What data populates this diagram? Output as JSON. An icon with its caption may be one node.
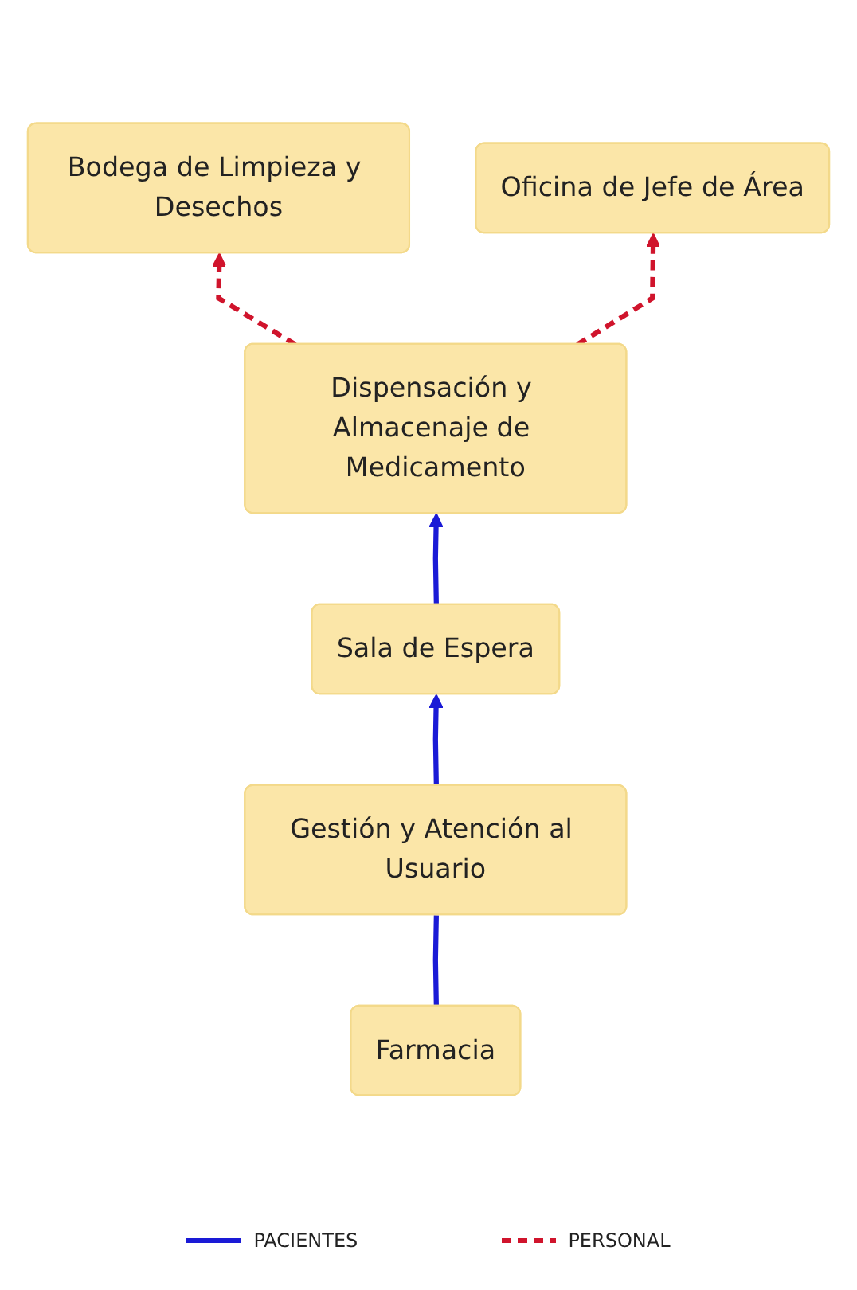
{
  "diagram": {
    "nodes": [
      {
        "text": [
          "Bodega de Limpieza y Desechos"
        ]
      },
      {
        "text": [
          "Oficina de Jefe de Área"
        ]
      },
      {
        "text": [
          "Dispensación y Almacenaje de Medicamento"
        ]
      },
      {
        "text": [
          "Sala de Espera"
        ]
      },
      {
        "text": [
          "Gestión y Atención al Usuario"
        ]
      },
      {
        "text": [
          "Farmacia"
        ]
      }
    ],
    "edges": [
      {
        "from": 2,
        "to": 0,
        "arrow": "to",
        "style": "dashed",
        "color": "#d0142c"
      },
      {
        "from": 2,
        "to": 1,
        "arrow": "to",
        "style": "dashed",
        "color": "#d0142c"
      },
      {
        "from": 3,
        "to": 2,
        "arrow": "to",
        "color": "#1a1ad6"
      },
      {
        "from": 4,
        "to": 3,
        "arrow": "to",
        "color": "#1a1ad6"
      },
      {
        "from": 5,
        "to": 4,
        "arrow": "none",
        "color": "#1a1ad6"
      }
    ],
    "legend": [
      {
        "text": "PACIENTES"
      },
      {
        "text": "PERSONAL"
      }
    ]
  }
}
